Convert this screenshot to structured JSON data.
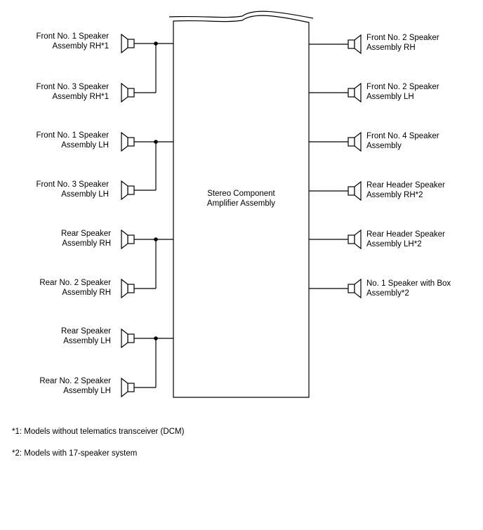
{
  "amplifier": {
    "line1": "Stereo Component",
    "line2": "Amplifier Assembly"
  },
  "left_speakers": [
    {
      "line1": "Front No. 1 Speaker",
      "line2": "Assembly RH*1"
    },
    {
      "line1": "Front No. 3 Speaker",
      "line2": "Assembly RH*1"
    },
    {
      "line1": "Front No. 1 Speaker",
      "line2": "Assembly LH"
    },
    {
      "line1": "Front No. 3 Speaker",
      "line2": "Assembly LH"
    },
    {
      "line1": "Rear Speaker",
      "line2": "Assembly RH"
    },
    {
      "line1": "Rear No. 2 Speaker",
      "line2": "Assembly RH"
    },
    {
      "line1": "Rear Speaker",
      "line2": "Assembly LH"
    },
    {
      "line1": "Rear No. 2 Speaker",
      "line2": "Assembly LH"
    }
  ],
  "right_speakers": [
    {
      "line1": "Front No. 2 Speaker",
      "line2": "Assembly RH"
    },
    {
      "line1": "Front No. 2 Speaker",
      "line2": "Assembly LH"
    },
    {
      "line1": "Front No. 4 Speaker",
      "line2": "Assembly"
    },
    {
      "line1": "Rear Header Speaker",
      "line2": "Assembly RH*2"
    },
    {
      "line1": "Rear Header Speaker",
      "line2": "Assembly LH*2"
    },
    {
      "line1": "No. 1 Speaker with Box",
      "line2": "Assembly*2"
    }
  ],
  "notes": {
    "note1": "*1: Models without telematics transceiver (DCM)",
    "note2": "*2: Models with 17-speaker system"
  },
  "icons": {
    "speaker": "speaker-icon",
    "junction": "junction-dot"
  }
}
